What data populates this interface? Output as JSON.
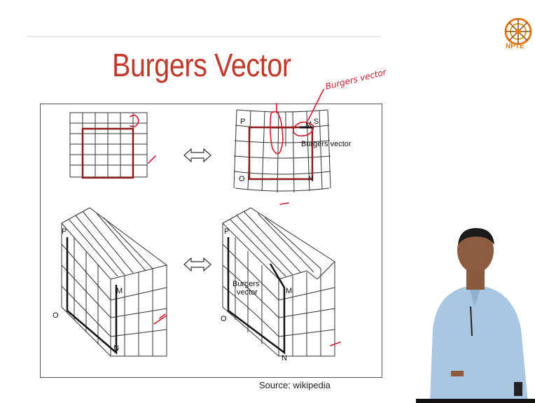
{
  "slide": {
    "title": "Burgers Vector",
    "source": "Source: wikipedia",
    "logo_text": "NPTE",
    "handwritten_note": "Burgers vector"
  },
  "figure": {
    "top_right_labels": {
      "p": "P",
      "m": "M",
      "s": "S",
      "o": "O",
      "n": "N",
      "burgers": "Burgers vector"
    },
    "bottom_left_labels": {
      "p": "P",
      "m": "M",
      "o": "O",
      "n": "N"
    },
    "bottom_right_labels": {
      "p": "P",
      "m": "M",
      "o": "O",
      "n": "N",
      "burgers_line1": "Burgers",
      "burgers_line2": "vector"
    }
  },
  "colors": {
    "title": "#c0392b",
    "ink": "#cc1b2b",
    "circuit": "#8b1a1a",
    "logo": "#e07a1f"
  }
}
